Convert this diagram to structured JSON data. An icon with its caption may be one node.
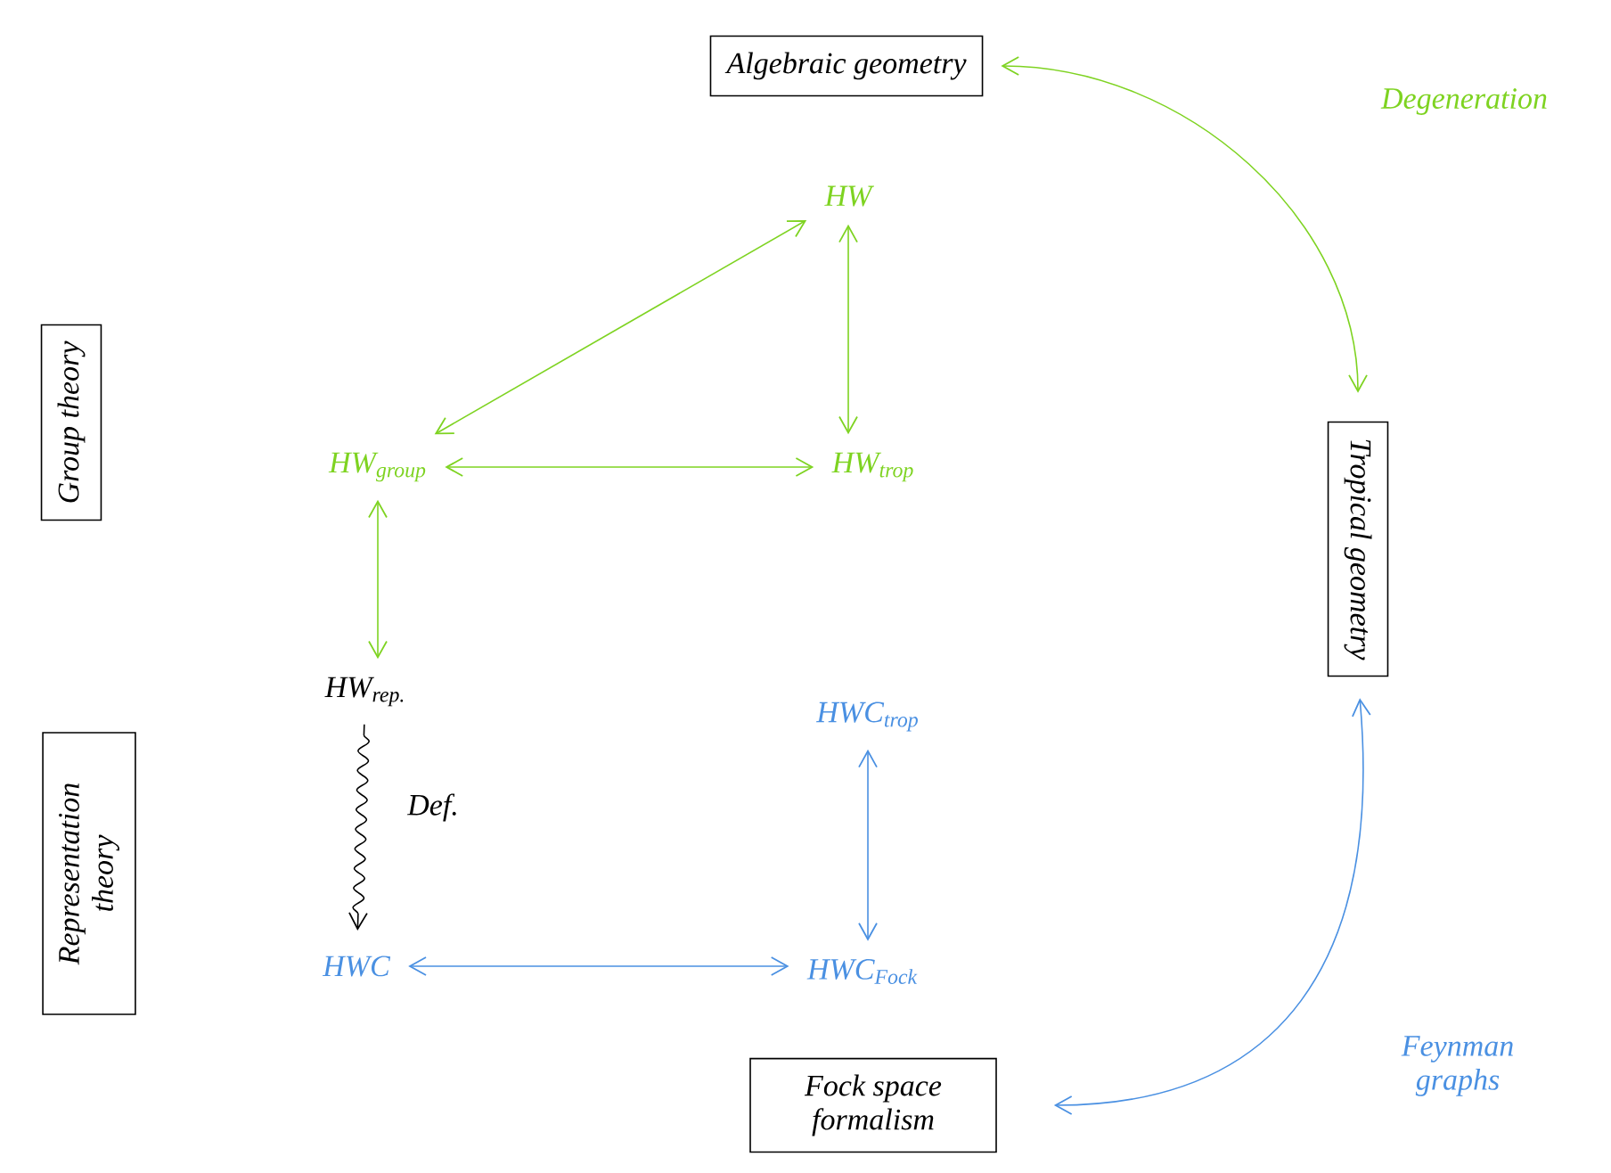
{
  "diagram": {
    "nodes": [
      {
        "text": [
          "Algebraic geometry"
        ]
      },
      {
        "text": [
          "Group theory"
        ]
      },
      {
        "text": [
          "Tropical geometry"
        ]
      },
      {
        "text": [
          "Representation theory"
        ]
      },
      {
        "text": [
          "Fock space formalism"
        ]
      },
      {
        "text": [
          "HW"
        ]
      },
      {
        "text": [
          "HW$_{group}$"
        ]
      },
      {
        "text": [
          "HW$_{trop}$"
        ]
      },
      {
        "text": [
          "HW$_{rep.}$"
        ]
      },
      {
        "text": [
          "HWC$_{trop}$"
        ]
      },
      {
        "text": [
          "HWC"
        ]
      },
      {
        "text": [
          "HWC$_{Fock}$"
        ]
      }
    ],
    "edges": [
      {
        "from": 0,
        "to": 2,
        "arrow": "both",
        "label": "Degeneration"
      },
      {
        "from": 5,
        "to": 6,
        "arrow": "both"
      },
      {
        "from": 5,
        "to": 7,
        "arrow": "both"
      },
      {
        "from": 6,
        "to": 7,
        "arrow": "both"
      },
      {
        "from": 6,
        "to": 8,
        "arrow": "both"
      },
      {
        "from": 8,
        "to": 10,
        "arrow": "to",
        "label": "Def.",
        "color": "#000000"
      },
      {
        "from": 10,
        "to": 11,
        "arrow": "both",
        "color": "#4a90e2"
      },
      {
        "from": 9,
        "to": 11,
        "arrow": "both",
        "color": "#4a90e2"
      },
      {
        "from": 2,
        "to": 4,
        "arrow": "both",
        "label": "Feynman graphs",
        "color": "#4a90e2"
      }
    ]
  }
}
